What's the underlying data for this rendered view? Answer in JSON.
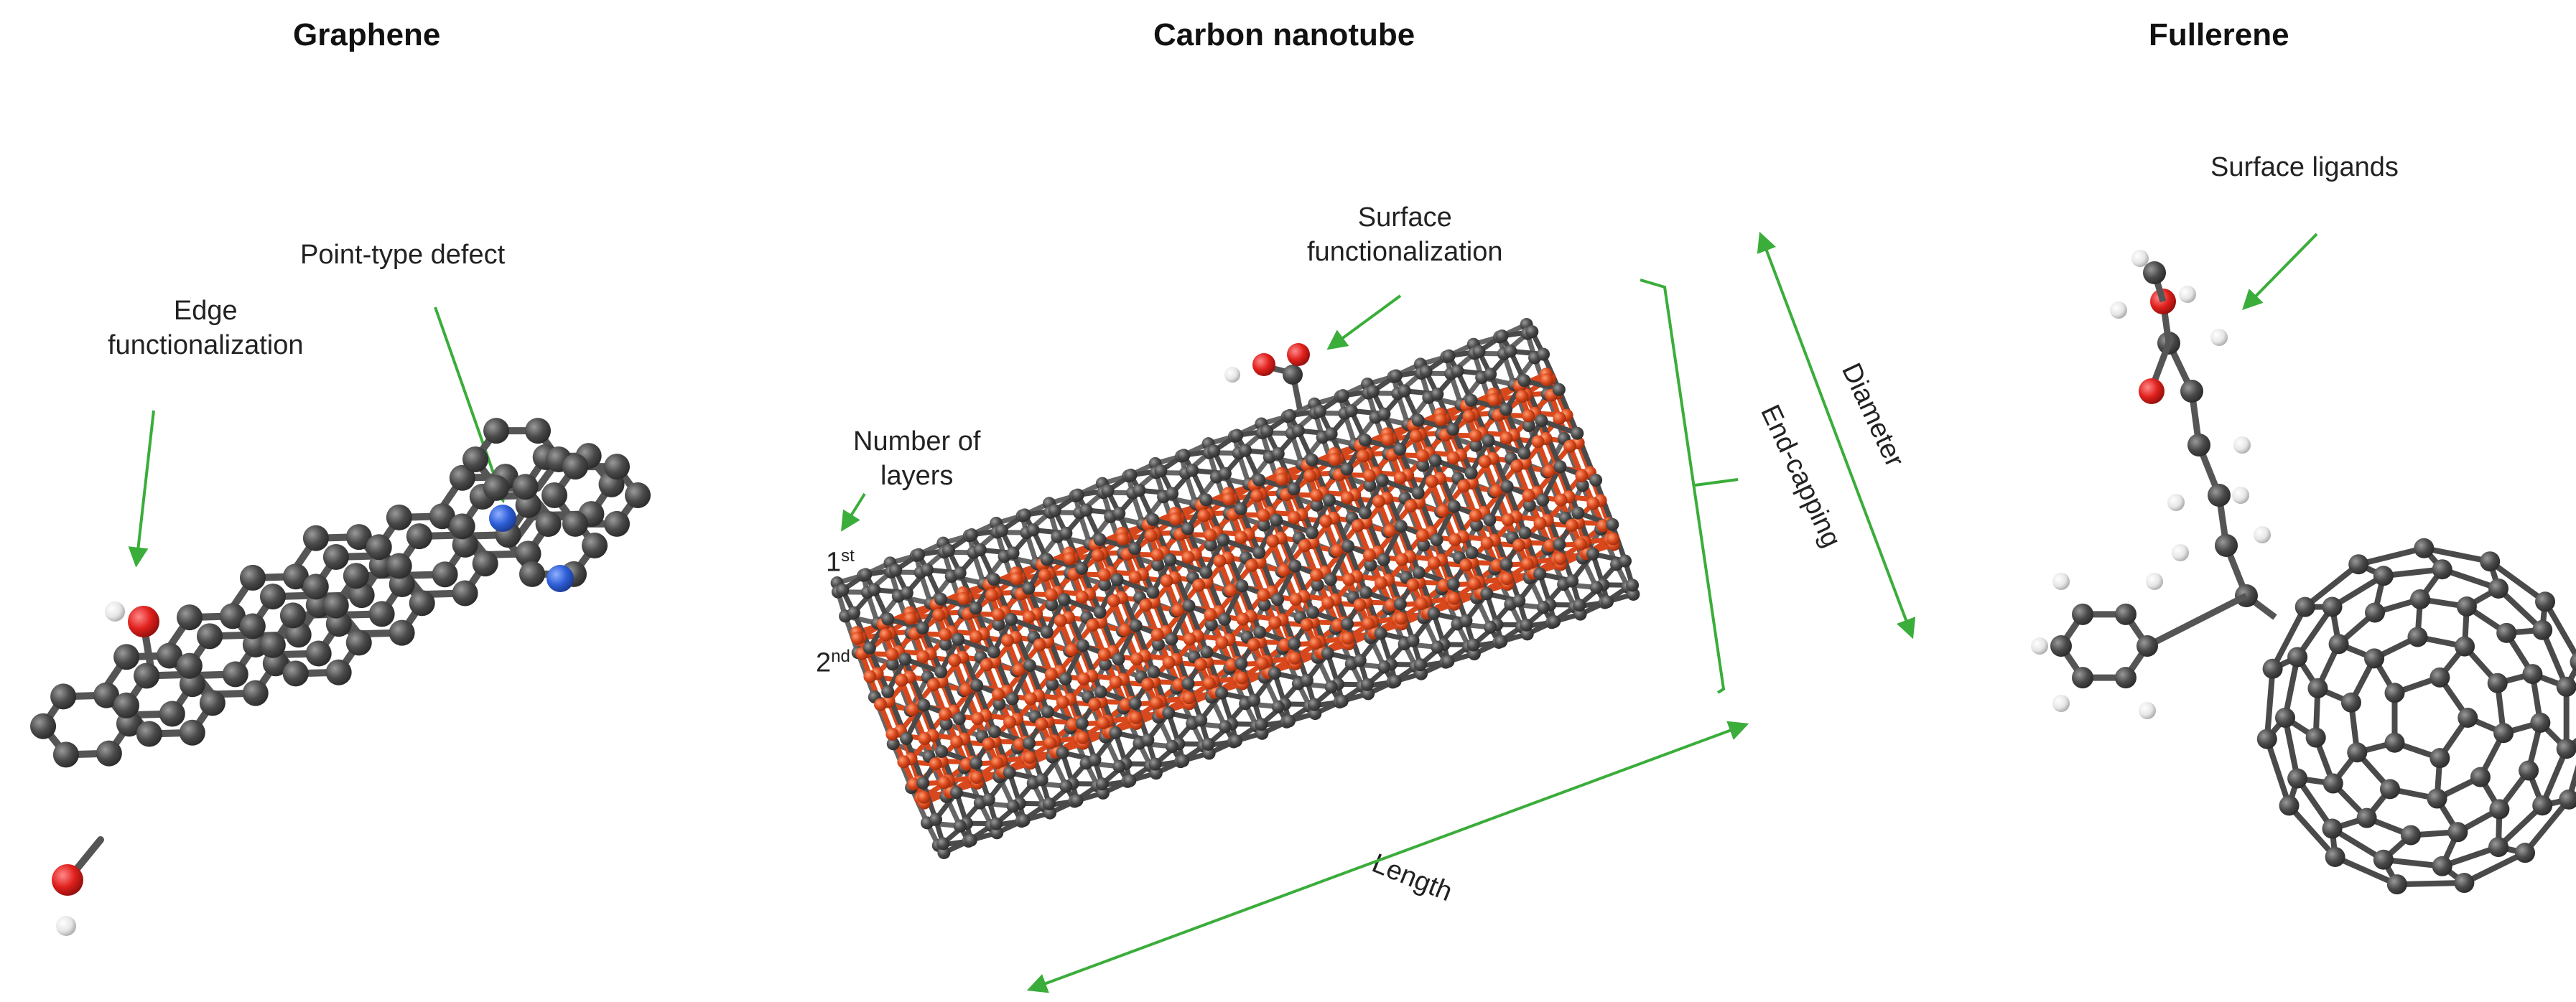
{
  "panels": {
    "graphene": {
      "title": "Graphene",
      "labels": {
        "edge_line1": "Edge",
        "edge_line2": "functionalization",
        "point_defect": "Point-type defect"
      }
    },
    "nanotube": {
      "title": "Carbon nanotube",
      "labels": {
        "surface_line1": "Surface",
        "surface_line2": "functionalization",
        "layers_line1": "Number of",
        "layers_line2": "layers",
        "first_base": "1",
        "first_sup": "st",
        "second_base": "2",
        "second_sup": "nd",
        "end_capping": "End-capping",
        "diameter": "Diameter",
        "length": "Length"
      }
    },
    "fullerene": {
      "title": "Fullerene",
      "labels": {
        "surface_ligands": "Surface ligands"
      }
    }
  },
  "colors": {
    "carbon": "#4a4a4a",
    "inner_layer": "#d9481c",
    "nitrogen": "#2f5fd8",
    "oxygen": "#e0201c",
    "hydrogen": "#e6e6e6",
    "arrow": "#3aad3a"
  }
}
